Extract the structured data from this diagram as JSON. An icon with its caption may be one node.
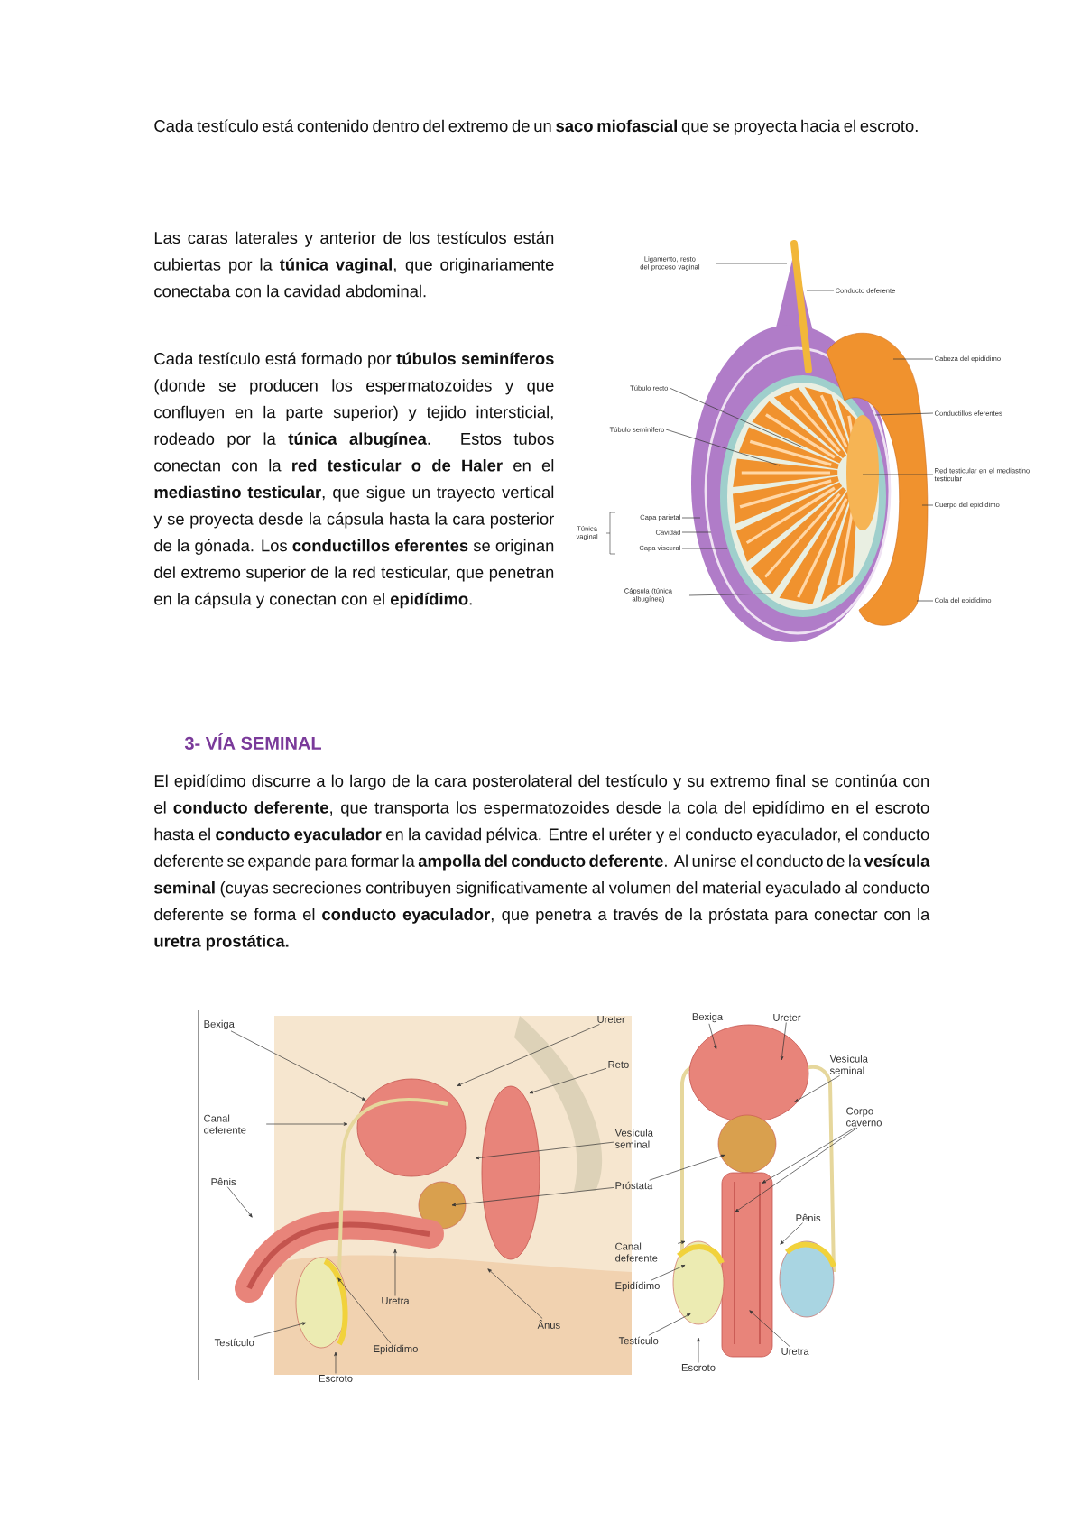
{
  "diagram": {
    "nodes": [
      {
        "text": [
          "Ligamento, resto del proceso vaginal"
        ]
      },
      {
        "text": [
          "Conducto deferente"
        ]
      },
      {
        "text": [
          "Cabeza del epidídimo"
        ]
      },
      {
        "text": [
          "Conductillos eferentes"
        ]
      },
      {
        "text": [
          "Red testicular en el mediastino testicular"
        ]
      },
      {
        "text": [
          "Cuerpo del epidídimo"
        ]
      },
      {
        "text": [
          "Cola del epidídimo"
        ]
      },
      {
        "text": [
          "Túbulo recto"
        ]
      },
      {
        "text": [
          "Túbulo seminífero"
        ]
      },
      {
        "text": [
          "Capa parietal"
        ]
      },
      {
        "text": [
          "Cavidad"
        ]
      },
      {
        "text": [
          "Capa visceral"
        ]
      },
      {
        "text": [
          "Cápsula (túnica albugínea)"
        ]
      },
      {
        "text": [
          "Bexiga"
        ]
      },
      {
        "text": [
          "Canal deferente"
        ]
      },
      {
        "text": [
          "Pênis"
        ]
      },
      {
        "text": [
          "Testículo"
        ]
      },
      {
        "text": [
          "Escroto"
        ]
      },
      {
        "text": [
          "Epidídimo"
        ]
      },
      {
        "text": [
          "Uretra"
        ]
      },
      {
        "text": [
          "Ânus"
        ]
      },
      {
        "text": [
          "Ureter"
        ]
      },
      {
        "text": [
          "Reto"
        ]
      },
      {
        "text": [
          "Vesícula seminal"
        ]
      },
      {
        "text": [
          "Próstata"
        ]
      },
      {
        "text": [
          "Canal deferente"
        ]
      },
      {
        "text": [
          "Epidídimo"
        ]
      },
      {
        "text": [
          "Testículo"
        ]
      },
      {
        "text": [
          "Escroto"
        ]
      },
      {
        "text": [
          "Bexiga"
        ]
      },
      {
        "text": [
          "Ureter"
        ]
      },
      {
        "text": [
          "Vesícula seminal"
        ]
      },
      {
        "text": [
          "Corpo caverno"
        ]
      },
      {
        "text": [
          "Pênis"
        ]
      },
      {
        "text": [
          "Uretra"
        ]
      }
    ],
    "edges": [
      {
        "from": 0,
        "to": null,
        "arrow": "none"
      },
      {
        "from": 1,
        "to": null,
        "arrow": "none"
      },
      {
        "from": 2,
        "to": null,
        "arrow": "none"
      },
      {
        "from": 3,
        "to": null,
        "arrow": "none"
      },
      {
        "from": 4,
        "to": null,
        "arrow": "none"
      },
      {
        "from": 5,
        "to": null,
        "arrow": "none"
      },
      {
        "from": 6,
        "to": null,
        "arrow": "none"
      },
      {
        "from": 7,
        "to": null,
        "arrow": "none"
      },
      {
        "from": 8,
        "to": null,
        "arrow": "none"
      },
      {
        "from": 9,
        "to": null,
        "arrow": "none"
      },
      {
        "from": 10,
        "to": null,
        "arrow": "none"
      },
      {
        "from": 11,
        "to": null,
        "arrow": "none"
      },
      {
        "from": 12,
        "to": null,
        "arrow": "none"
      },
      {
        "from": 13,
        "to": null,
        "arrow": "to"
      },
      {
        "from": 14,
        "to": null,
        "arrow": "to"
      },
      {
        "from": 15,
        "to": null,
        "arrow": "to"
      },
      {
        "from": 16,
        "to": null,
        "arrow": "to"
      },
      {
        "from": 17,
        "to": null,
        "arrow": "to"
      },
      {
        "from": 18,
        "to": null,
        "arrow": "to"
      },
      {
        "from": 19,
        "to": null,
        "arrow": "to"
      },
      {
        "from": 20,
        "to": null,
        "arrow": "to"
      },
      {
        "from": 21,
        "to": null,
        "arrow": "to"
      },
      {
        "from": 22,
        "to": null,
        "arrow": "to"
      },
      {
        "from": 23,
        "to": null,
        "arrow": "to"
      },
      {
        "from": 24,
        "to": null,
        "arrow": "to"
      },
      {
        "from": 24,
        "to": null,
        "arrow": "to"
      },
      {
        "from": 25,
        "to": null,
        "arrow": "to"
      },
      {
        "from": 26,
        "to": null,
        "arrow": "to"
      },
      {
        "from": 27,
        "to": null,
        "arrow": "to"
      },
      {
        "from": 28,
        "to": null,
        "arrow": "to"
      },
      {
        "from": 29,
        "to": null,
        "arrow": "to"
      },
      {
        "from": 30,
        "to": null,
        "arrow": "to"
      },
      {
        "from": 31,
        "to": null,
        "arrow": "to"
      },
      {
        "from": 32,
        "to": null,
        "arrow": "to"
      },
      {
        "from": 32,
        "to": null,
        "arrow": "to"
      },
      {
        "from": 33,
        "to": null,
        "arrow": "to"
      },
      {
        "from": 34,
        "to": null,
        "arrow": "to"
      }
    ],
    "labels": [
      "Cada testículo está contenido dentro del extremo de un **saco miofascial** que se proyecta hacia el escroto.",
      "Las caras laterales y anterior de los testículos están cubiertas por la **túnica vaginal**, que originariamente conectaba con la cavidad abdominal.",
      "Cada testículo está formado por **túbulos seminíferos** (donde se producen los espermatozoides y que confluyen en la parte superior) y tejido intersticial, rodeado por la **túnica albugínea**. Estos tubos conectan con la **red testicular o de Haler** en el **mediastino testicular**, que sigue un trayecto vertical y se proyecta desde la cápsula hasta la cara posterior de la gónada. Los **conductillos eferentes** se originan del extremo superior de la red testicular, que penetran en la cápsula y conectan con el **epidídimo**.",
      "Túnica vaginal",
      "3- VÍA SEMINAL",
      "El epidídimo discurre a lo largo de la cara posterolateral del testículo y su extremo final se continúa con el **conducto deferente**, que transporta los espermatozoides desde la cola del epidídimo en el escroto hasta el **conducto eyaculador** en la cavidad pélvica. Entre el uréter y el conducto eyaculador, el conducto deferente se expande para formar la **ampolla del conducto deferente**. Al unirse el conducto de la **vesícula seminal** (cuyas secreciones contribuyen significativamente al volumen del material eyaculado al conducto deferente se forma el **conducto eyaculador**, que penetra a través de la próstata para conectar con la **uretra prostática.**"
    ]
  }
}
